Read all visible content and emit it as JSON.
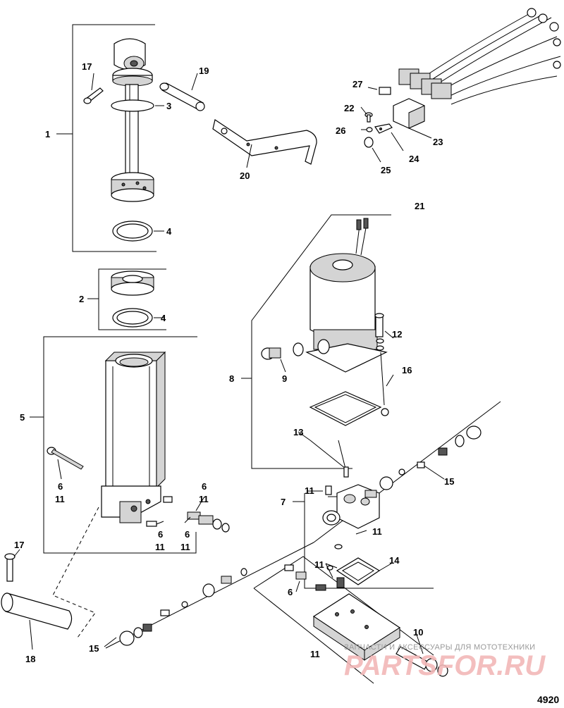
{
  "figure_number": "4920",
  "watermark": {
    "tagline": "ЗАПЧАСТИ И АКСЕССУАРЫ ДЛЯ МОТОТЕХНИКИ",
    "site": "PARTSFOR.RU"
  },
  "callouts": {
    "c1": "1",
    "c2": "2",
    "c3": "3",
    "c4a": "4",
    "c4b": "4",
    "c5": "5",
    "c6a": "6",
    "c11a": "11",
    "c6b": "6",
    "c11b": "11",
    "c6c": "6",
    "c11c": "11",
    "c6d": "6",
    "c11d": "11",
    "c7": "7",
    "c8": "8",
    "c9": "9",
    "c10": "10",
    "c11e": "11",
    "c11f": "11",
    "c11g": "11",
    "c11h": "11",
    "c12": "12",
    "c13": "13",
    "c14": "14",
    "c15a": "15",
    "c15b": "15",
    "c16": "16",
    "c17a": "17",
    "c17b": "17",
    "c18": "18",
    "c19": "19",
    "c20": "20",
    "c21": "21",
    "c22": "22",
    "c23": "23",
    "c24": "24",
    "c25": "25",
    "c26": "26",
    "c27": "27",
    "c6e": "6"
  }
}
